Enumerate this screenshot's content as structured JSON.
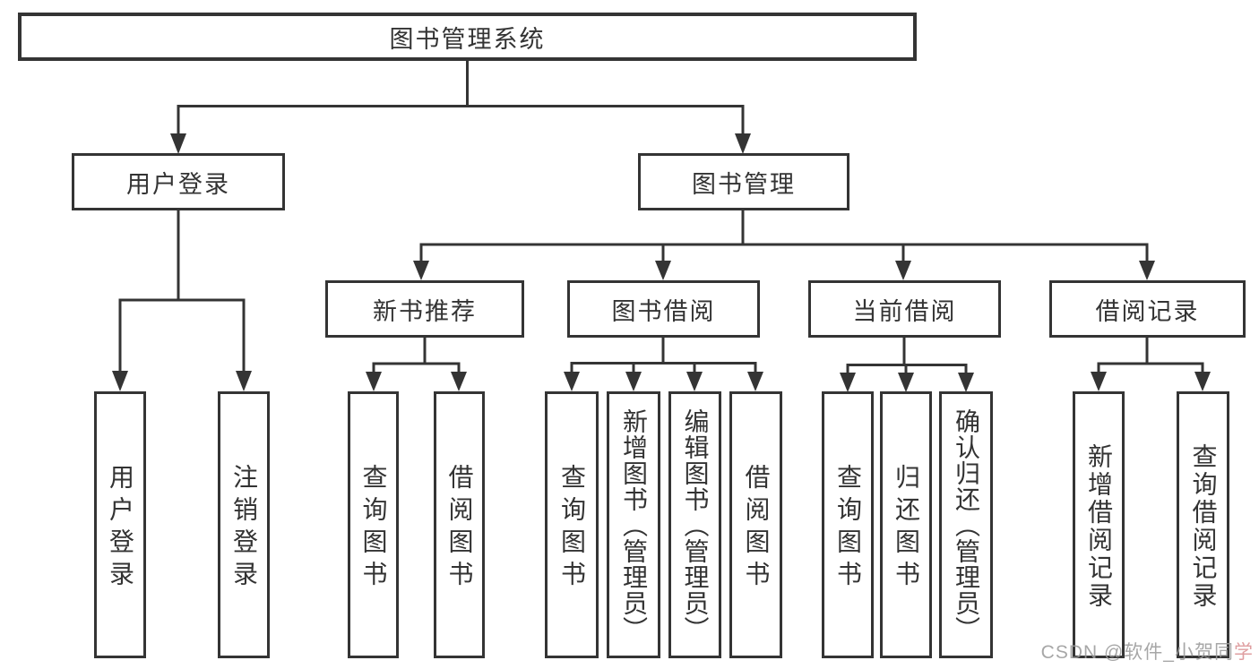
{
  "diagram_title": "图书管理系统",
  "colors": {
    "line": "#343434",
    "box_border": "#343434",
    "text": "#333333",
    "watermark": "#9b9b9b",
    "watermark_accent": "#db9396"
  },
  "nodes": {
    "root": {
      "label": "图书管理系统"
    },
    "login": {
      "label": "用户登录",
      "children": [
        {
          "label": "用户登录"
        },
        {
          "label": "注销登录"
        }
      ]
    },
    "mgmt": {
      "label": "图书管理",
      "children": [
        {
          "label": "新书推荐",
          "children": [
            {
              "label": "查询图书"
            },
            {
              "label": "借阅图书"
            }
          ]
        },
        {
          "label": "图书借阅",
          "children": [
            {
              "label": "查询图书"
            },
            {
              "label": "新增图书（管理员）"
            },
            {
              "label": "编辑图书（管理员）"
            },
            {
              "label": "借阅图书"
            }
          ]
        },
        {
          "label": "当前借阅",
          "children": [
            {
              "label": "查询图书"
            },
            {
              "label": "归还图书"
            },
            {
              "label": "确认归还（管理员）"
            }
          ]
        },
        {
          "label": "借阅记录",
          "children": [
            {
              "label": "新增借阅记录"
            },
            {
              "label": "查询借阅记录"
            }
          ]
        }
      ]
    }
  },
  "watermark": {
    "text": "CSDN @软件_小贺同学",
    "prefix": "CSDN @软件_小贺同",
    "accent": "学"
  }
}
